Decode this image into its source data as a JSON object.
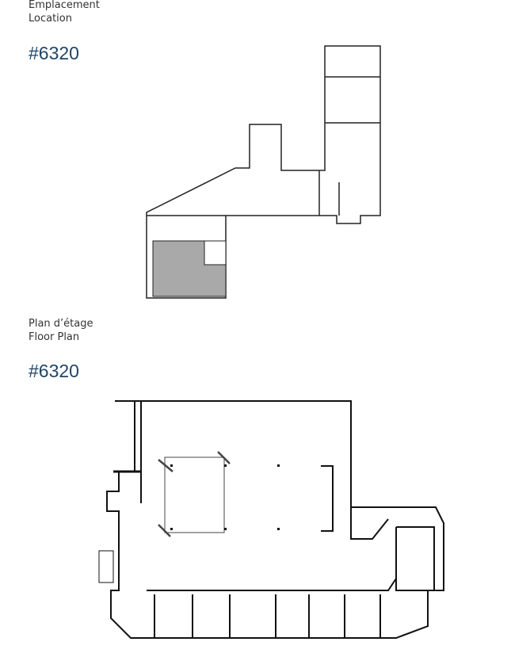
{
  "location": {
    "label_fr": "Emplacement",
    "label_en": "Location",
    "unit": "#6320"
  },
  "floorplan": {
    "label_fr": "Plan d’étage",
    "label_en": "Floor Plan",
    "unit": "#6320"
  },
  "colors": {
    "heading": "#1f4566",
    "highlight": "#a9a9a9"
  }
}
